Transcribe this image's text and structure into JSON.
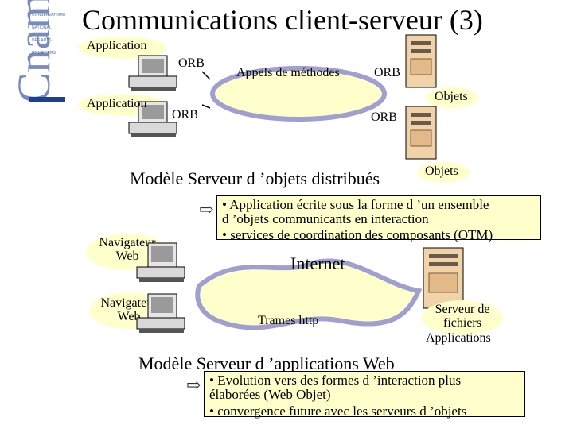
{
  "slide": {
    "title": "Communications client-serveur (3)"
  },
  "distributed_objects": {
    "app_top": "Application",
    "app_bottom": "Application",
    "orb_client_top": "ORB",
    "orb_client_bottom": "ORB",
    "method_calls": "Appels de méthodes",
    "orb_server_top": "ORB",
    "orb_server_bottom": "ORB",
    "objects_top": "Objets",
    "objects_bottom": "Objets",
    "model_title": "Modèle Serveur d ’objets distribués",
    "bullets": [
      "• Application écrite sous la forme d ’un ensemble",
      "d ’objets communicants en interaction",
      "• services de coordination des composants (OTM)"
    ]
  },
  "web_applications": {
    "browser_top": "Navigateur Web",
    "browser_top_line1": "Navigateur",
    "browser_top_line2": "Web",
    "browser_bottom_line1": "Navigateur",
    "browser_bottom_line2": "Web",
    "internet": "Internet",
    "http_frames": "Trames http",
    "file_server_line1": "Serveur de",
    "file_server_line2": "fichiers",
    "applications": "Applications",
    "model_title": "Modèle Serveur d ’applications Web",
    "bullets": [
      "• Evolution vers des formes d ’interaction plus",
      "élaborées (Web Objet)",
      "• convergence future avec les serveurs d ’objets"
    ]
  },
  "colors": {
    "bubble": "#ffffcc",
    "ring": "#a0a0d0",
    "logo": "#1f3f8f"
  },
  "icons": [
    "logo-cnam",
    "computer-icon",
    "server-tower-icon",
    "arrow-right-icon"
  ]
}
